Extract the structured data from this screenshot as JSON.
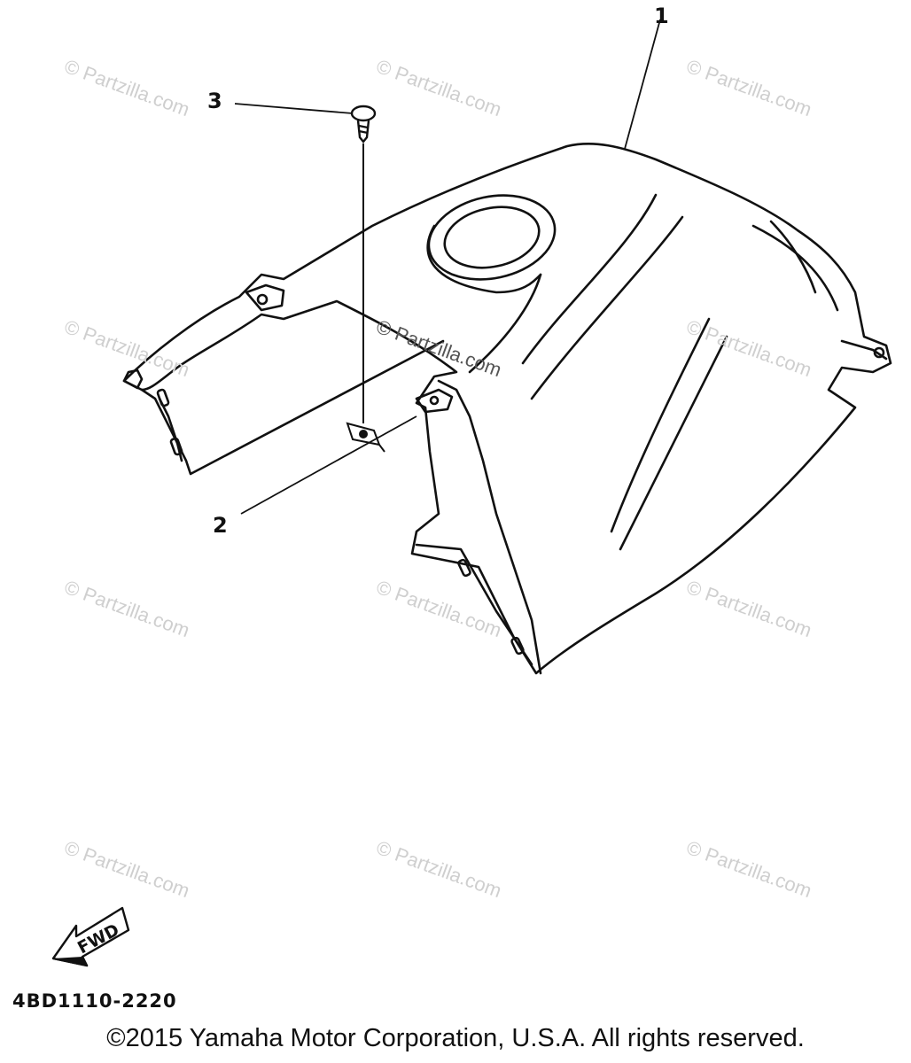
{
  "callouts": [
    {
      "number": "1"
    },
    {
      "number": "2"
    },
    {
      "number": "3"
    }
  ],
  "watermark": {
    "text": "© Partzilla.com",
    "center_text": "© Partzilla.com"
  },
  "direction_arrow": {
    "label": "FWD"
  },
  "diagram_code": "4BD1110-2220",
  "copyright": "©2015  Yamaha Motor Corporation, U.S.A. All rights reserved.",
  "colors": {
    "line": "#111111",
    "watermark": "#cfcfcf",
    "background": "#ffffff"
  }
}
